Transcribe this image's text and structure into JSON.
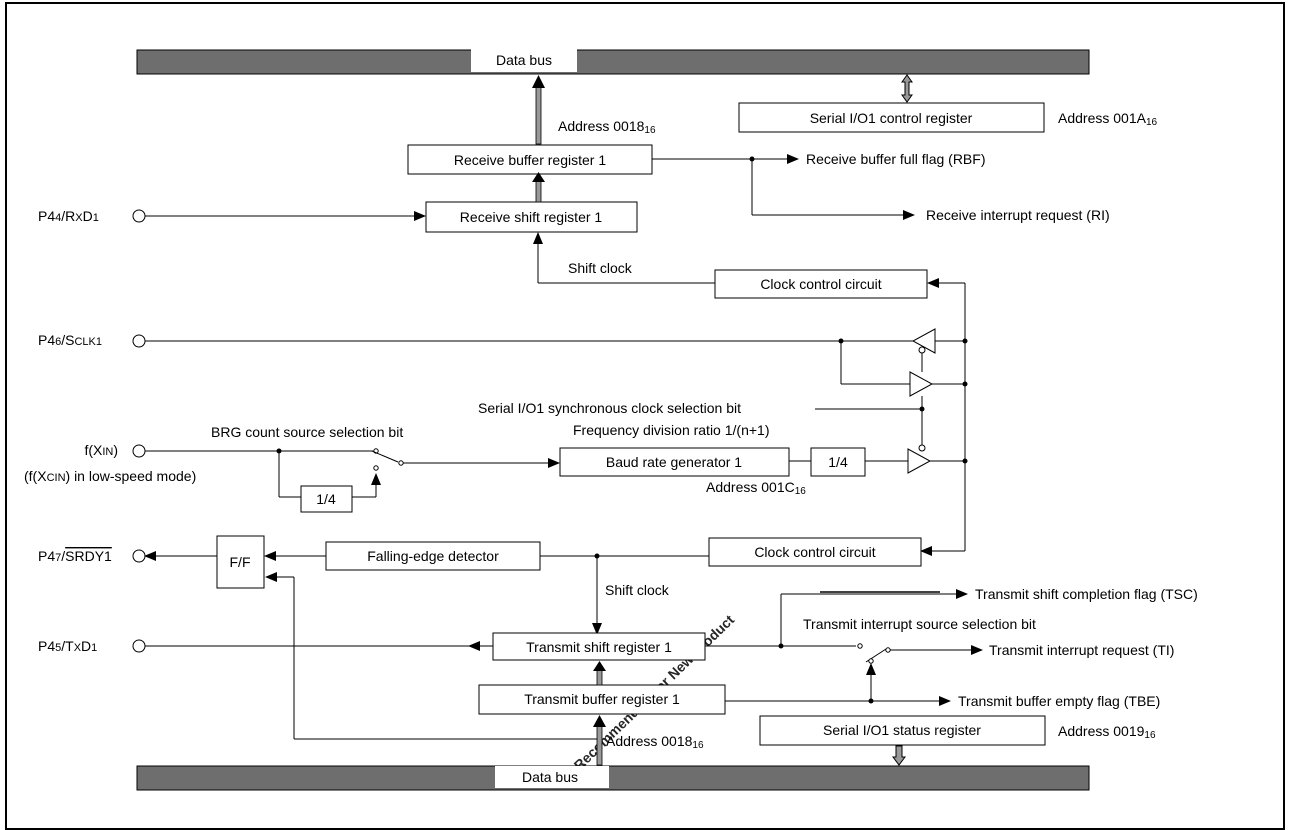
{
  "labels": {
    "data_bus": "Data bus",
    "address_0018": "Address 0018",
    "address_001A": "Address 001A",
    "address_001C": "Address 001C",
    "address_0019": "Address 0019",
    "sub16": "16",
    "p44_pre": "P4",
    "p44_sub": "4",
    "p44_mid": "/R",
    "p44_small": "X",
    "p44_post": "D",
    "p44_num": "1",
    "p46_pre": "P4",
    "p46_sub": "6",
    "p46_mid": "/S",
    "p46_small": "CLK",
    "p46_num": "1",
    "p47_pre": "P4",
    "p47_sub": "7",
    "p47_mid": "/",
    "p47_over": "SRDY1",
    "p45_pre": "P4",
    "p45_sub": "5",
    "p45_mid": "/T",
    "p45_small": "X",
    "p45_post": "D",
    "p45_num": "1",
    "fxin_pre": "f(X",
    "fxin_small": "IN",
    "fxin_post": ")",
    "fxcin_pre": "(f(X",
    "fxcin_small": "CIN",
    "fxcin_post": ") in low-speed mode)",
    "serial_control_reg": "Serial I/O1 control register",
    "receive_buffer_reg": "Receive buffer register 1",
    "receive_shift_reg": "Receive shift register 1",
    "rbf_flag": "Receive buffer full flag (RBF)",
    "ri_request": "Receive interrupt request (RI)",
    "shift_clock": "Shift clock",
    "clock_control": "Clock control circuit",
    "sync_clock_sel": "Serial I/O1 synchronous clock selection bit",
    "brg_count_sel": "BRG count source selection bit",
    "freq_div": "Frequency division ratio 1/(n+1)",
    "baud_rate_gen": "Baud rate generator 1",
    "quarter": "1/4",
    "ff": "F/F",
    "falling_edge": "Falling-edge detector",
    "tsc_flag": "Transmit shift completion flag (TSC)",
    "tx_int_sel": "Transmit interrupt source selection bit",
    "ti_request": "Transmit interrupt request (TI)",
    "transmit_shift_reg": "Transmit shift register 1",
    "transmit_buffer_reg": "Transmit buffer register 1",
    "tbe_flag": "Transmit buffer empty flag (TBE)",
    "status_reg": "Serial I/O1 status register"
  },
  "watermark": "Not Recommended For New Product",
  "colors": {
    "bus": "#6e6e6e",
    "watermark": "#e53030",
    "line": "#000000"
  }
}
